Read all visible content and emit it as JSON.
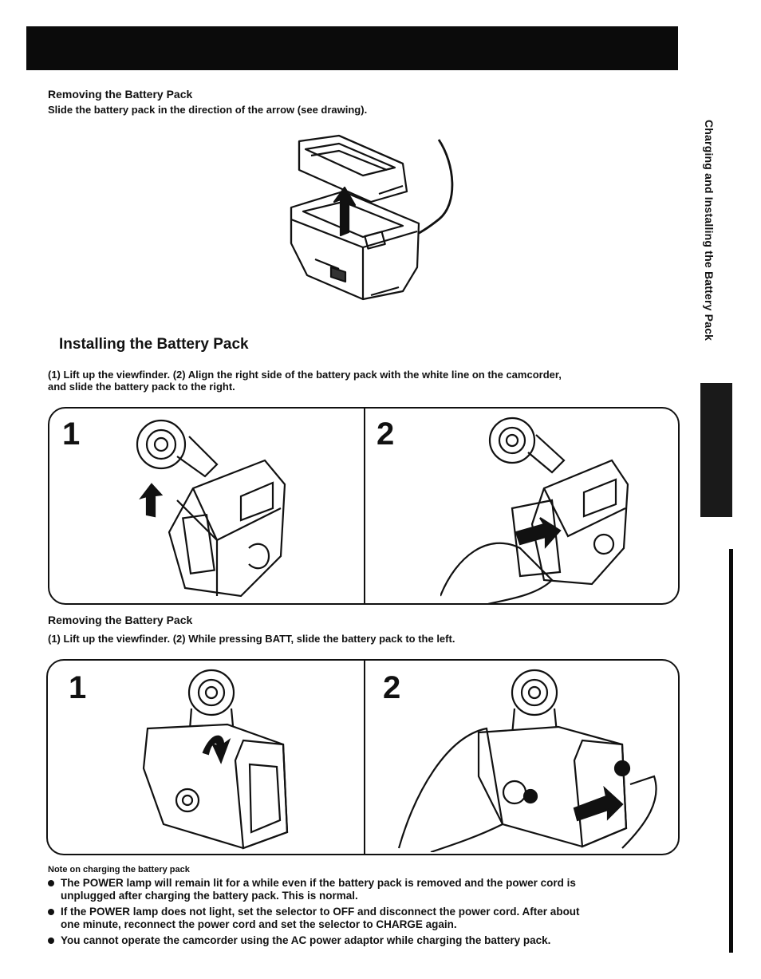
{
  "section1": {
    "heading": "Removing the Battery Pack",
    "text": "Slide the battery pack in the direction of the arrow (see drawing)."
  },
  "side": {
    "title": "Charging and Installing the Battery Pack"
  },
  "installing": {
    "heading": "Installing the Battery Pack",
    "text_line1": "(1) Lift up the viewfinder. (2) Align the right side of the battery pack with the white line on the camcorder,",
    "text_line2": "and slide the battery pack to the right.",
    "steps": [
      "1",
      "2"
    ]
  },
  "removing": {
    "heading": "Removing the Battery Pack",
    "text": "(1) Lift up the viewfinder. (2) While pressing BATT, slide the battery pack to the left.",
    "steps": [
      "1",
      "2"
    ]
  },
  "note": {
    "title": "Note on charging the battery pack",
    "items": [
      {
        "line1": "The POWER lamp will remain lit for a while even if the battery pack is removed and the power cord is",
        "line2": "unplugged after charging the battery pack. This is normal."
      },
      {
        "line1": "If the POWER lamp does not light, set the selector to OFF and disconnect the power cord. After about",
        "line2": "one minute, reconnect the power cord and set the selector to CHARGE again."
      },
      {
        "line1": "You cannot operate the camcorder using the AC power adaptor while charging the battery pack.",
        "line2": ""
      }
    ]
  },
  "icons": {
    "charger": "battery-charger-illustration",
    "camcorder": "camcorder-illustration",
    "arrow": "arrow-icon"
  }
}
